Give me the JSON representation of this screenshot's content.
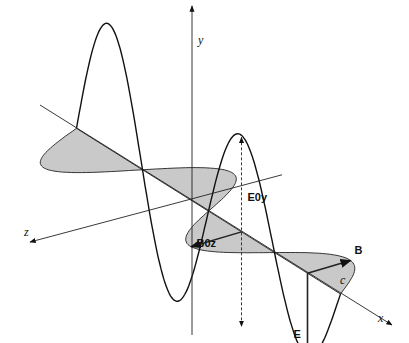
{
  "diagram": {
    "labels": [
      "y",
      "z",
      "x",
      "E0y",
      "B0z",
      "B",
      "E",
      "c"
    ]
  }
}
